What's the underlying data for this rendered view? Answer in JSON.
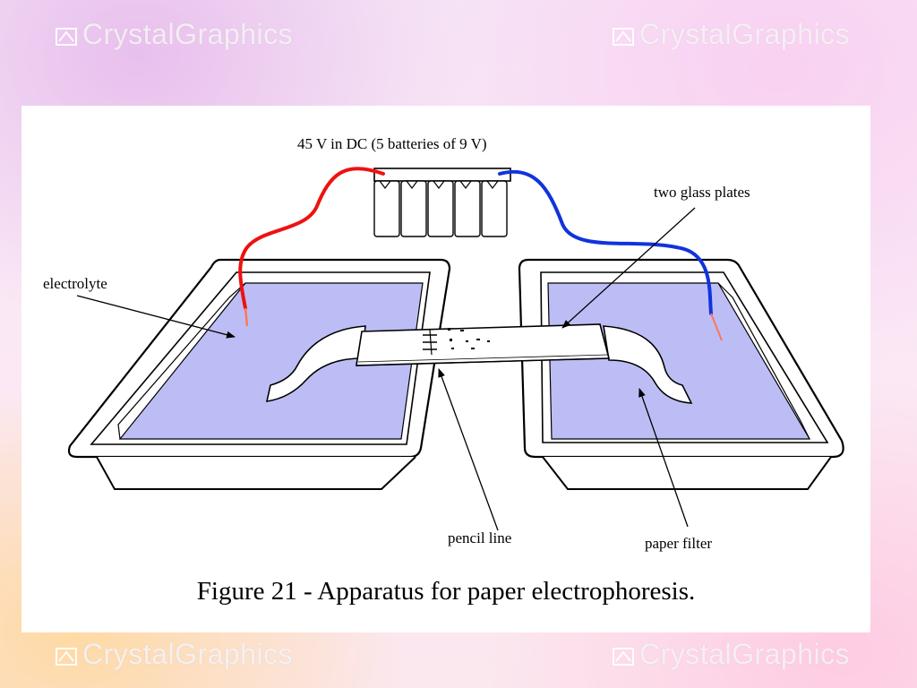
{
  "watermark": {
    "text": "CrystalGraphics"
  },
  "figure": {
    "caption": "Figure 21 - Apparatus for paper electrophoresis.",
    "labels": {
      "power_supply": "45 V in DC (5 batteries of 9 V)",
      "glass_plates": "two glass plates",
      "electrolyte": "electrolyte",
      "pencil_line": "pencil line",
      "paper_filter": "paper filter"
    },
    "battery_count": 5,
    "colors": {
      "electrolyte_fill": "#bdbdf6",
      "positive_wire": "#ee1111",
      "negative_wire": "#1133dd"
    }
  }
}
